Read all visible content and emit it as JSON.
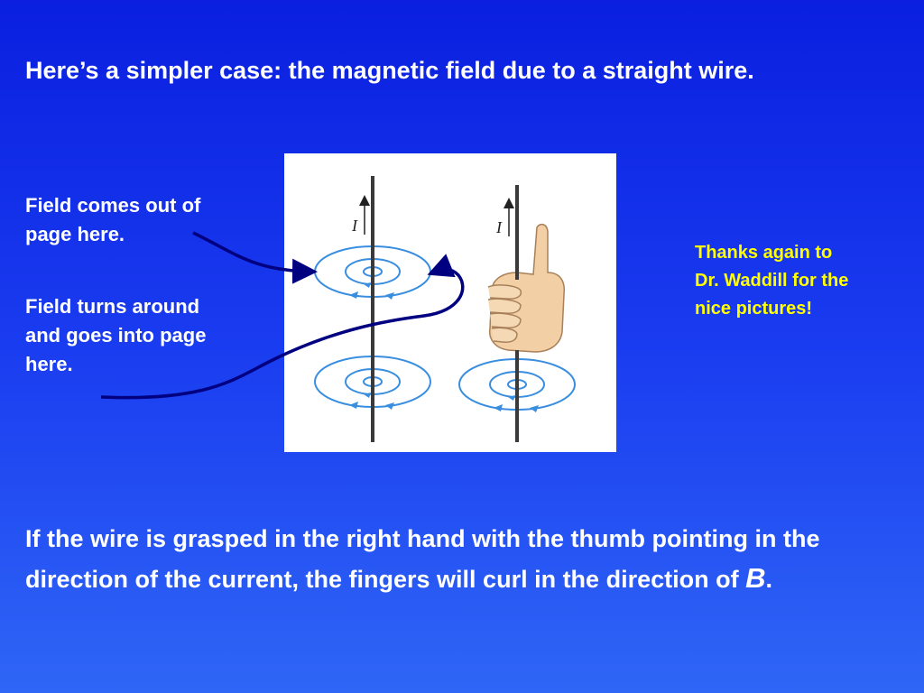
{
  "slide": {
    "title": "Here’s a simpler case:  the magnetic field due to a straight wire.",
    "note_out": "Field comes out of page here.",
    "note_in": "Field turns around and goes into page here.",
    "credit": "Thanks again to Dr. Waddill for the nice pictures!",
    "conclusion_prefix": "If the wire is grasped in the right hand with the thumb pointing in the direction of the current, the fingers will curl in the direction of ",
    "conclusion_symbol": "B",
    "conclusion_suffix": "."
  },
  "figure": {
    "current_label": "I",
    "field_color": "#3a8ee0",
    "wire_color": "#3a3a3a"
  },
  "colors": {
    "background_top": "#0a1fe0",
    "background_bottom": "#2f66f6",
    "credit": "#ffff00",
    "pointer_arrows": "#000080"
  }
}
